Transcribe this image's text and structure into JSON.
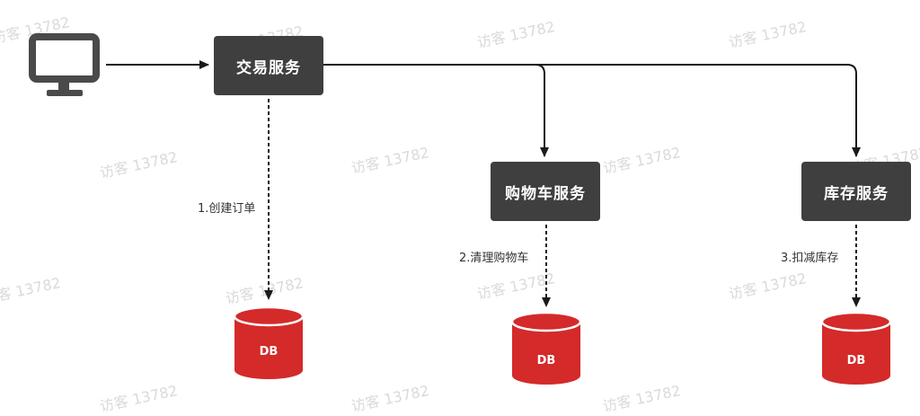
{
  "services": {
    "trade": "交易服务",
    "cart": "购物车服务",
    "stock": "库存服务"
  },
  "steps": {
    "create_order": "1.创建订单",
    "clear_cart": "2.清理购物车",
    "deduct_stock": "3.扣减库存"
  },
  "databases": {
    "trade_db": "DB",
    "cart_db": "DB",
    "stock_db": "DB"
  },
  "watermark": "访客 13782",
  "client_icon": "monitor-icon",
  "colors": {
    "service_box": "#3f3f3f",
    "database": "#d42a2a",
    "line": "#1a1a1a",
    "watermark": "#dadada"
  }
}
